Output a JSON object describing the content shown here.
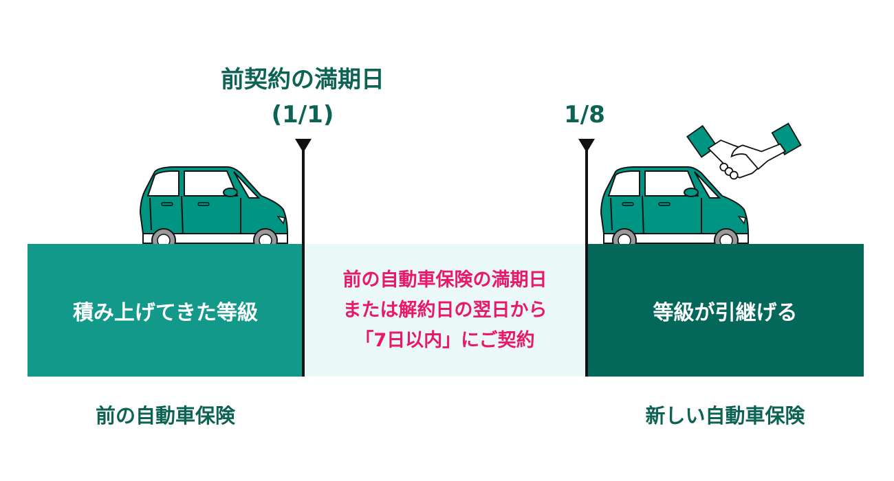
{
  "timeline": {
    "expiry_title": "前契約の満期日",
    "expiry_date": "(1/1)",
    "new_date": "1/8"
  },
  "segments": {
    "left_text": "積み上げてきた等級",
    "middle_lines": [
      "前の自動車保険の満期日",
      "または解約日の翌日から",
      "「7日以内」にご契約"
    ],
    "right_text": "等級が引継げる"
  },
  "labels": {
    "previous_insurance": "前の自動車保険",
    "new_insurance": "新しい自動車保険"
  },
  "colors": {
    "left_box": "#13998a",
    "middle_box": "#eaf8f8",
    "right_box": "#03685a",
    "accent_text": "#e8196a",
    "heading_text": "#0d6353",
    "car": "#009482"
  }
}
